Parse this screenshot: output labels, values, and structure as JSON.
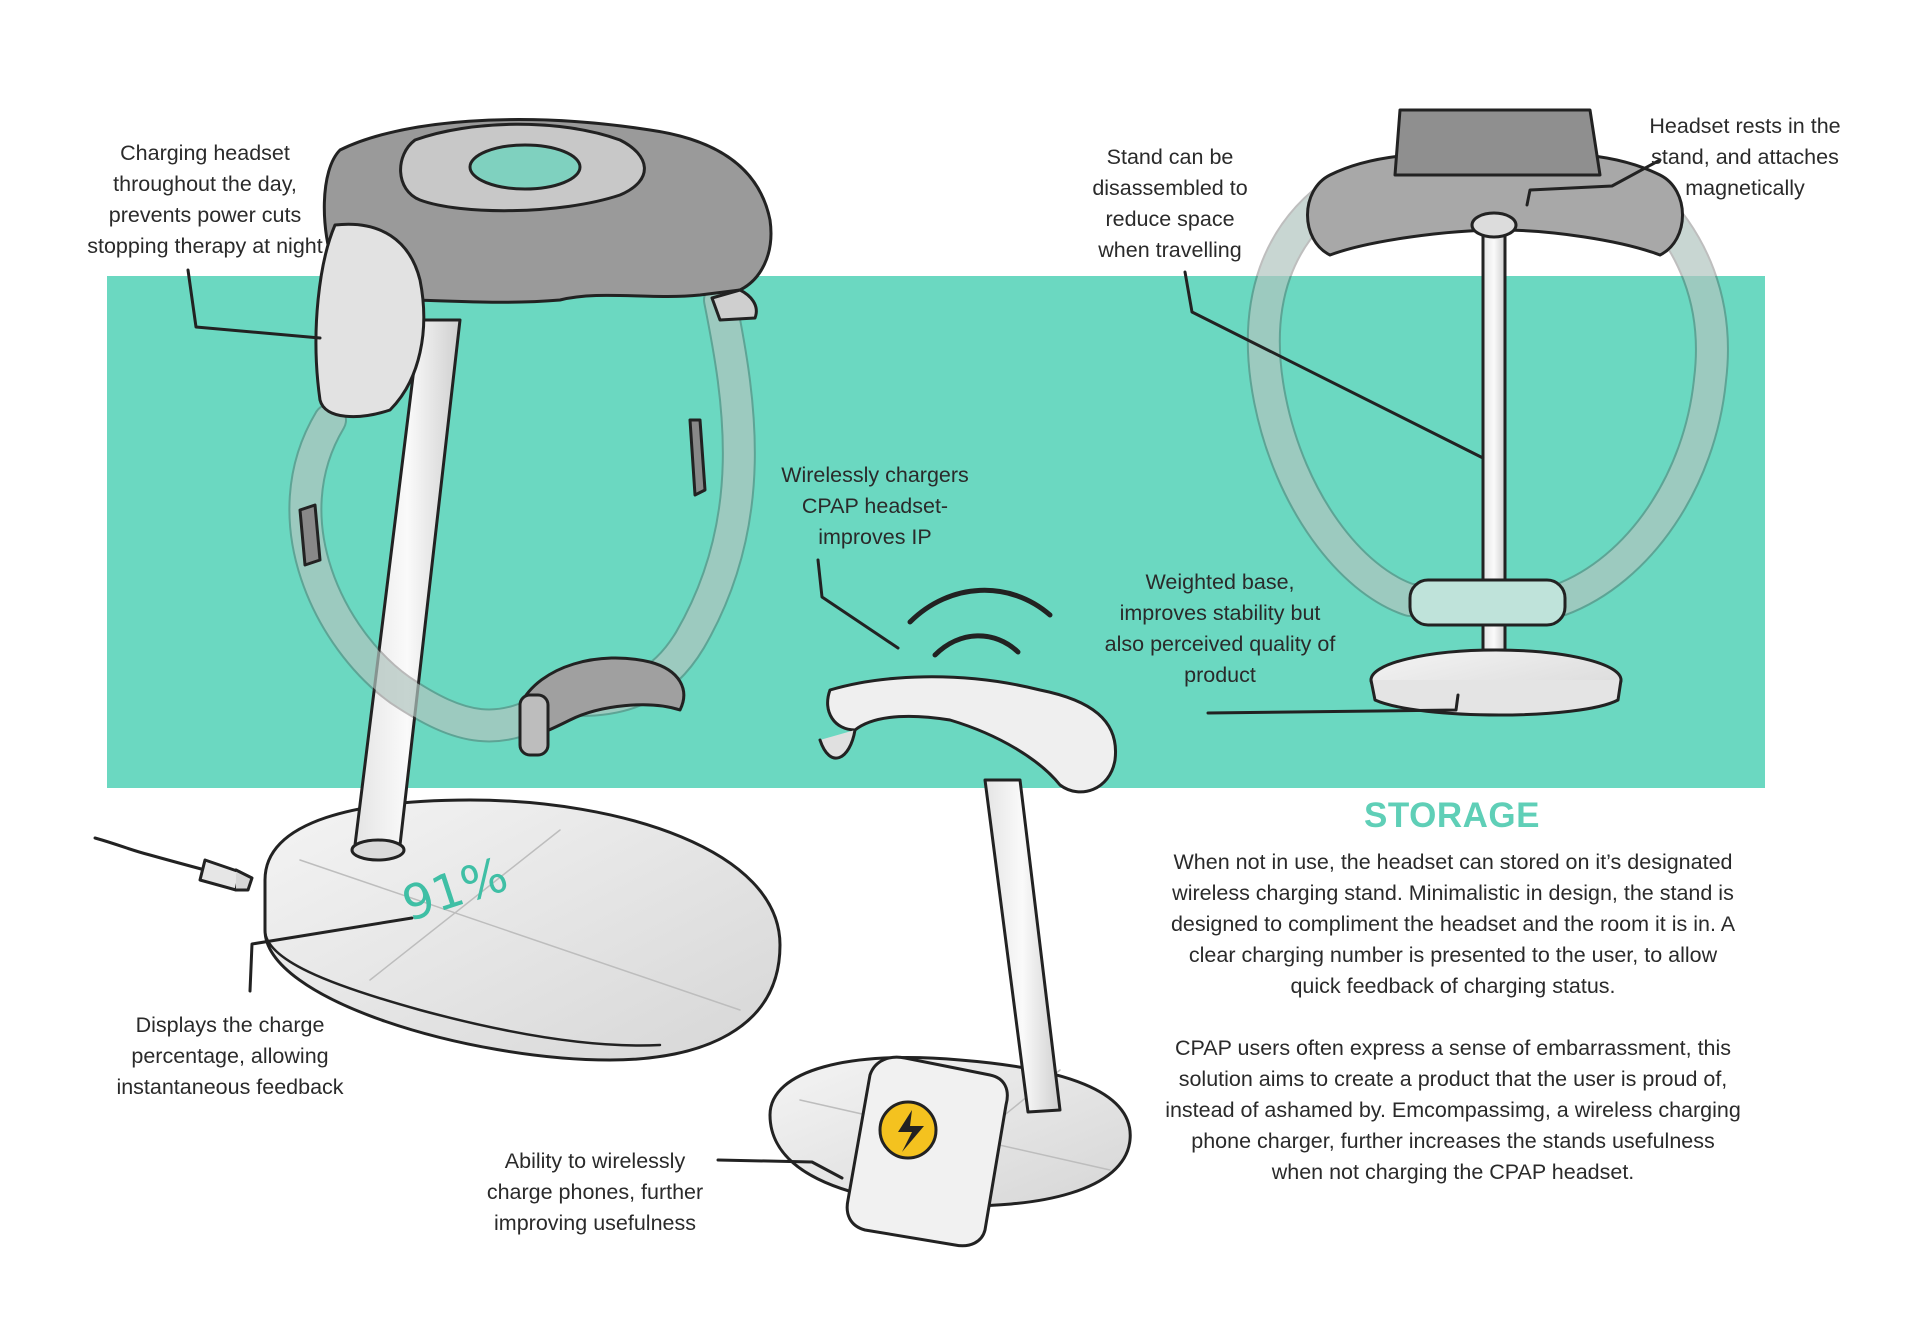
{
  "colors": {
    "band": "#6bd8c1",
    "accent": "#5fcfb7",
    "line": "#222222",
    "frosted": "#a9dccf",
    "grey": "#c9c9c9"
  },
  "display": {
    "percentage": "91%"
  },
  "annotations": {
    "charging": [
      "Charging headset",
      "throughout the day,",
      "prevents power cuts",
      "stopping therapy at night"
    ],
    "disassemble": [
      "Stand can be",
      "disassembled to",
      "reduce space",
      "when travelling"
    ],
    "magnetic": [
      "Headset rests in the",
      "stand, and attaches",
      "magnetically"
    ],
    "wireless_headset": [
      "Wirelessly chargers",
      "CPAP headset-",
      "improves IP"
    ],
    "weighted": [
      "Weighted base,",
      "improves stability but",
      "also perceived quality of",
      "product"
    ],
    "display": [
      "Displays the charge",
      "percentage, allowing",
      "instantaneous feedback"
    ],
    "phones": [
      "Ability to wirelessly",
      "charge phones, further",
      "improving usefulness"
    ]
  },
  "storage": {
    "title": "STORAGE",
    "paragraph1": [
      "When not in use, the headset can stored on it’s designated",
      "wireless charging stand. Minimalistic in design, the stand is",
      "designed to compliment the headset and the room it is in. A",
      "clear charging number is presented to the user, to allow",
      "quick feedback of charging status."
    ],
    "paragraph2": [
      "CPAP users often express a sense of embarrassment, this",
      "solution aims to create a product that the user is proud of,",
      "instead of ashamed by. Emcompassimg, a wireless charging",
      "phone charger, further increases the stands usefulness",
      "when not charging the CPAP headset."
    ]
  }
}
